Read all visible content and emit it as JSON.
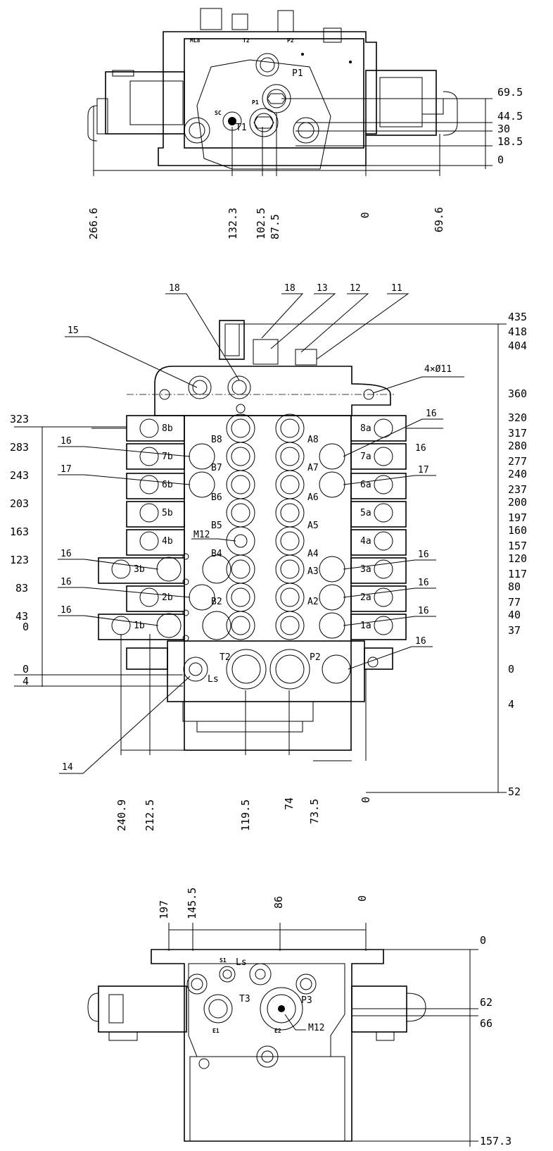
{
  "top_view": {
    "port_labels": [
      "ML8",
      "T2",
      "P2",
      "P1",
      "P1",
      "T1",
      "SC"
    ],
    "right_dims": [
      "69.5",
      "44.5",
      "30",
      "18.5",
      "0"
    ],
    "bottom_dims": [
      "266.6",
      "132.3",
      "102.5",
      "87.5",
      "0",
      "69.6"
    ]
  },
  "front_view": {
    "top_callouts": [
      "18",
      "18",
      "13",
      "12",
      "11"
    ],
    "callout_15": "15",
    "hole_note": "4×Ø11",
    "right_dims": [
      "435",
      "418",
      "404",
      "360",
      "320",
      "317",
      "280",
      "277",
      "240",
      "237",
      "200",
      "197",
      "160",
      "157",
      "120",
      "117",
      "80",
      "77",
      "40",
      "37",
      "0",
      "4",
      "52"
    ],
    "left_dims": [
      "323",
      "283",
      "243",
      "203",
      "163",
      "123",
      "83",
      "43",
      "0",
      "0",
      "4"
    ],
    "left_callouts": [
      "16",
      "17",
      "16",
      "16",
      "16"
    ],
    "right_callouts": [
      "16",
      "16",
      "17",
      "16",
      "16",
      "16",
      "16"
    ],
    "callout_14": "14",
    "port_labels_b": [
      "B8",
      "B7",
      "B6",
      "B5",
      "B4",
      "B2"
    ],
    "port_labels_a": [
      "A8",
      "A7",
      "A6",
      "A5",
      "A4",
      "A3",
      "A2"
    ],
    "left_port_labels": [
      "8b",
      "7b",
      "6b",
      "5b",
      "4b",
      "3b",
      "2b",
      "1b"
    ],
    "right_port_labels": [
      "8a",
      "7a",
      "6a",
      "5a",
      "4a",
      "3a",
      "2a",
      "1a"
    ],
    "m12": "M12",
    "bottom_ports": [
      "T2",
      "P2",
      "Ls"
    ],
    "bottom_dims": [
      "240.9",
      "212.5",
      "119.5",
      "74",
      "73.5",
      "0"
    ]
  },
  "bottom_view": {
    "top_dims": [
      "197",
      "145.5",
      "86",
      "0"
    ],
    "right_dims": [
      "0",
      "62",
      "66",
      "157.3"
    ],
    "port_labels": [
      "S1",
      "Ls",
      "T3",
      "P3",
      "M12",
      "E1",
      "E2"
    ]
  }
}
